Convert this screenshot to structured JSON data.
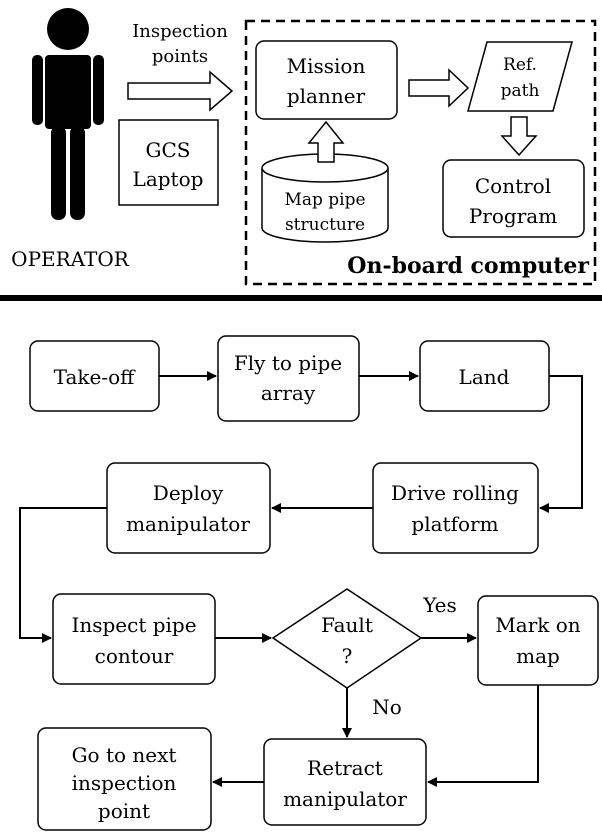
{
  "top": {
    "operator_label": "OPERATOR",
    "inspection_points_label": [
      "Inspection",
      "points"
    ],
    "gcs_label": [
      "GCS",
      "Laptop"
    ],
    "onboard_label": "On-board computer",
    "mission_planner_label": [
      "Mission",
      "planner"
    ],
    "ref_path_label": [
      "Ref.",
      "path"
    ],
    "map_label": [
      "Map pipe",
      "structure"
    ],
    "control_label": [
      "Control",
      "Program"
    ]
  },
  "flow": {
    "takeoff": [
      "Take-off"
    ],
    "fly": [
      "Fly to pipe",
      "array"
    ],
    "land": [
      "Land"
    ],
    "drive": [
      "Drive rolling",
      "platform"
    ],
    "deploy": [
      "Deploy",
      "manipulator"
    ],
    "inspect": [
      "Inspect pipe",
      "contour"
    ],
    "fault": [
      "Fault",
      "?"
    ],
    "mark": [
      "Mark on",
      "map"
    ],
    "retract": [
      "Retract",
      "manipulator"
    ],
    "next": [
      "Go to next",
      "inspection",
      "point"
    ],
    "yes_label": "Yes",
    "no_label": "No"
  },
  "icons": {
    "operator": "person-silhouette-icon"
  }
}
